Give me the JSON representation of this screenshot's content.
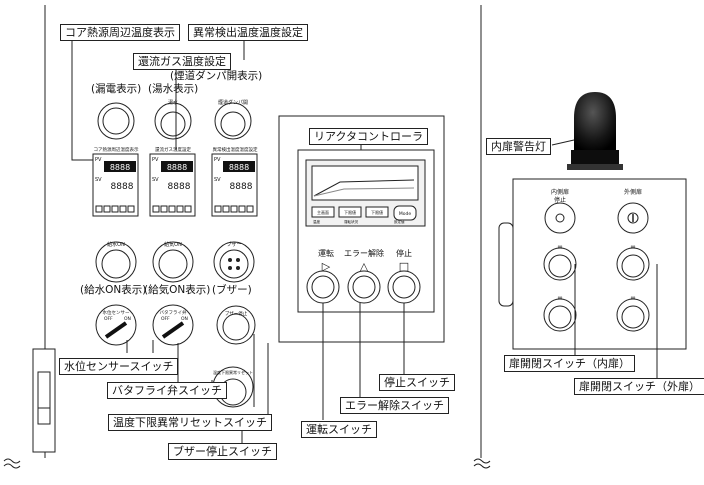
{
  "callouts": {
    "core_temp": "コア熱源周辺温度表示",
    "abnormal_temp": "異常検出温度温度設定",
    "return_gas": "還流ガス温度設定",
    "leak": "(漏電表示)",
    "water_display": "(湯水表示)",
    "damper_open": "(煙道ダンパ開表示)",
    "water_on": "(給水ON表示)",
    "air_on": "(給気ON表示)",
    "buzzer": "(ブザー)",
    "water_sensor_switch": "水位センサースイッチ",
    "butterfly_switch": "バタフライ弁スイッチ",
    "temp_reset_switch": "温度下限異常リセットスイッチ",
    "buzzer_stop_switch": "ブザー停止スイッチ",
    "reactor_controller": "リアクタコントローラ",
    "stop_switch": "停止スイッチ",
    "error_reset_switch": "エラー解除スイッチ",
    "run_switch": "運転スイッチ",
    "warning_lamp": "内扉警告灯",
    "door_switch_inner": "扉開閉スイッチ（内扉）",
    "door_switch_outer": "扉開閉スイッチ（外扉）"
  },
  "panel": {
    "lamp_water": "湯水",
    "lamp_damper": "煙道ダンパ開",
    "meter1_title": "コア熱源周辺温度表示",
    "meter2_title": "還流ガス温度設定",
    "meter3_title": "異常検出温度温度設定",
    "meter_pv": "PV",
    "meter_sv": "SV",
    "meter_pv_value": "8888",
    "meter_sv_value": "8888",
    "lamp_water_on": "給水ON",
    "lamp_air_on": "給気ON",
    "lamp_buzzer": "ブザー",
    "sel_water_title": "水位センサー",
    "sel_butterfly_title": "バタフライ弁",
    "sel_off": "OFF",
    "sel_on": "ON",
    "btn_buzzer_stop": "ブザー停止",
    "btn_reset": "温度下限異常リセット"
  },
  "controller": {
    "screen_btn1": "主画面",
    "screen_btn2": "下限値",
    "screen_btn3": "下限値",
    "screen_btn4": "Mode",
    "screen_small1": "温度",
    "screen_small2": "運転状況",
    "screen_small3": "設定値",
    "run_label": "運転",
    "reset_label": "エラー解除",
    "stop_label": "停止"
  },
  "door_panel": {
    "inner_title_1": "内側扉",
    "inner_title_2": "停止",
    "outer_title": "外側扉",
    "open_label": "開",
    "close_label": "閉"
  },
  "colors": {
    "line": "#222222",
    "lamp": "#111111",
    "screen": "#f2f2f2"
  }
}
